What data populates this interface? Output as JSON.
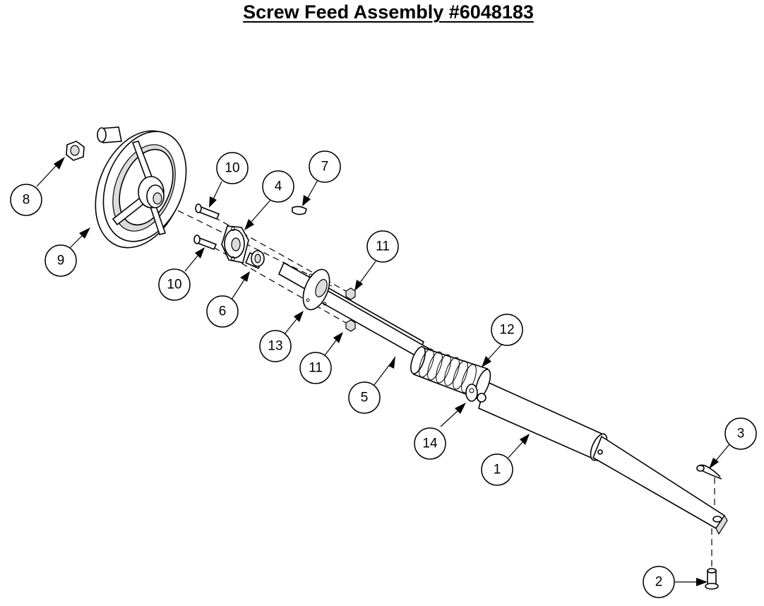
{
  "title": "Screw Feed Assembly #6048183",
  "callouts": [
    {
      "id": "c8",
      "label": "8"
    },
    {
      "id": "c9",
      "label": "9"
    },
    {
      "id": "c10a",
      "label": "10"
    },
    {
      "id": "c10b",
      "label": "10"
    },
    {
      "id": "c4",
      "label": "4"
    },
    {
      "id": "c7",
      "label": "7"
    },
    {
      "id": "c6",
      "label": "6"
    },
    {
      "id": "c11a",
      "label": "11"
    },
    {
      "id": "c11b",
      "label": "11"
    },
    {
      "id": "c13",
      "label": "13"
    },
    {
      "id": "c12",
      "label": "12"
    },
    {
      "id": "c5",
      "label": "5"
    },
    {
      "id": "c14",
      "label": "14"
    },
    {
      "id": "c1",
      "label": "1"
    },
    {
      "id": "c3",
      "label": "3"
    },
    {
      "id": "c2",
      "label": "2"
    }
  ]
}
